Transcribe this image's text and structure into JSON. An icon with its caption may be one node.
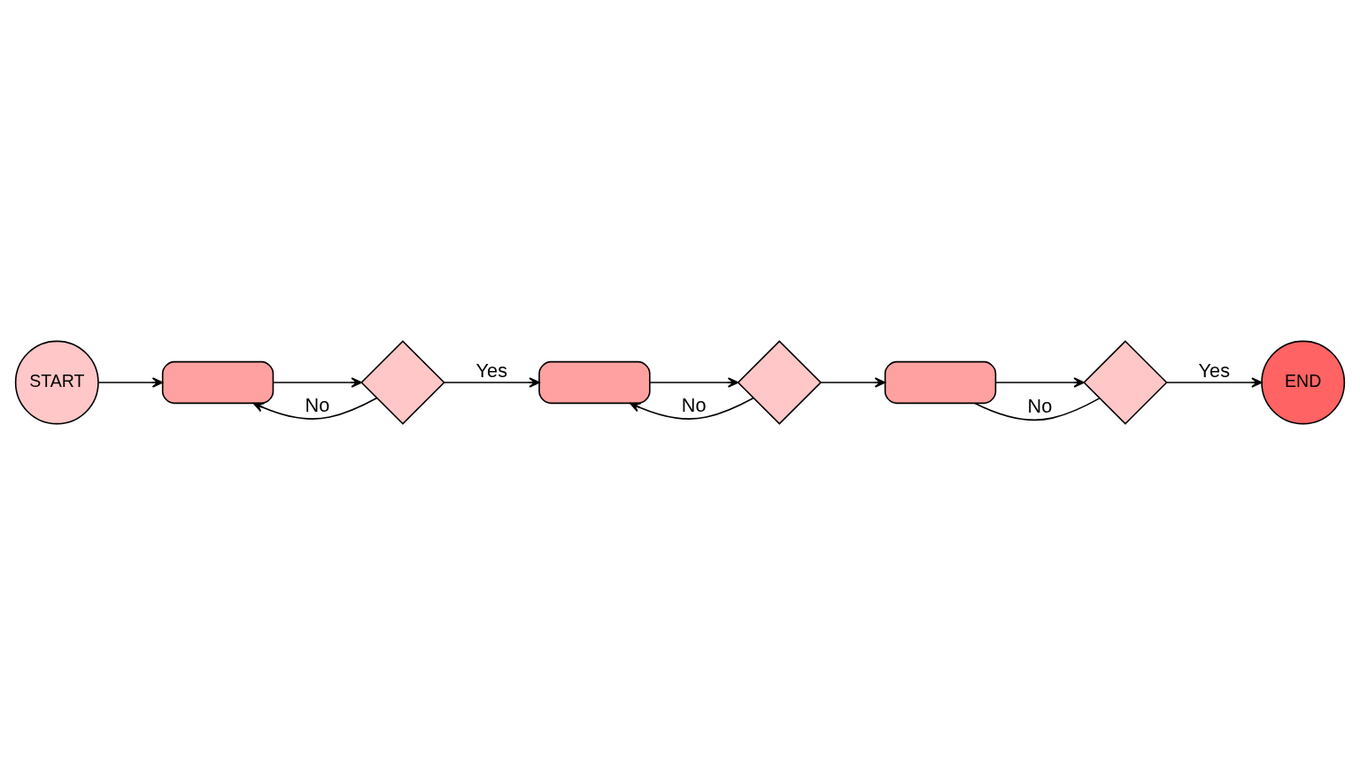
{
  "diagram": {
    "nodes": [
      {
        "text": [
          "START"
        ]
      },
      {
        "text": [],
        "shape": "box"
      },
      {
        "text": [],
        "shape": "diamond"
      },
      {
        "text": [],
        "shape": "box"
      },
      {
        "text": [],
        "shape": "diamond"
      },
      {
        "text": [],
        "shape": "box"
      },
      {
        "text": [],
        "shape": "diamond"
      },
      {
        "text": [
          "END"
        ]
      }
    ],
    "edges": [
      {
        "from": 0,
        "to": 1,
        "arrow": "to"
      },
      {
        "from": 1,
        "to": 2,
        "arrow": "to"
      },
      {
        "from": 2,
        "to": 1,
        "label": "No",
        "arrow": "to"
      },
      {
        "from": 2,
        "to": 3,
        "label": "Yes",
        "arrow": "to"
      },
      {
        "from": 3,
        "to": 4,
        "arrow": "to"
      },
      {
        "from": 4,
        "to": 3,
        "label": "No",
        "arrow": "to"
      },
      {
        "from": 4,
        "to": 5,
        "arrow": "to"
      },
      {
        "from": 6,
        "to": 5,
        "label": "No",
        "arrow": "none"
      },
      {
        "from": 5,
        "to": 6,
        "arrow": "to"
      },
      {
        "from": 6,
        "to": 7,
        "label": "Yes",
        "arrow": "to"
      }
    ]
  }
}
